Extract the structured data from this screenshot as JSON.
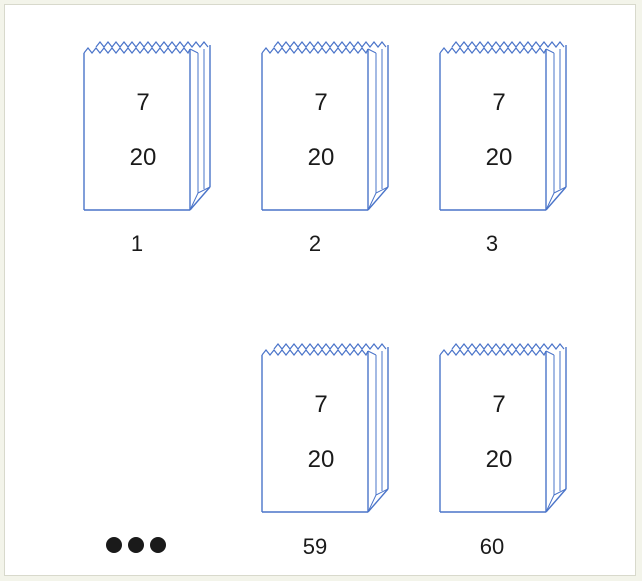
{
  "bags": [
    {
      "line1": "7",
      "line2": "20",
      "label": "1"
    },
    {
      "line1": "7",
      "line2": "20",
      "label": "2"
    },
    {
      "line1": "7",
      "line2": "20",
      "label": "3"
    },
    {
      "line1": "7",
      "line2": "20",
      "label": "59"
    },
    {
      "line1": "7",
      "line2": "20",
      "label": "60"
    }
  ],
  "colors": {
    "bag_outline": "#4a74c9",
    "text": "#1a1a1a",
    "background": "#ffffff",
    "border": "#f3f4ea"
  },
  "ellipsis_icon": "three-dots-icon"
}
